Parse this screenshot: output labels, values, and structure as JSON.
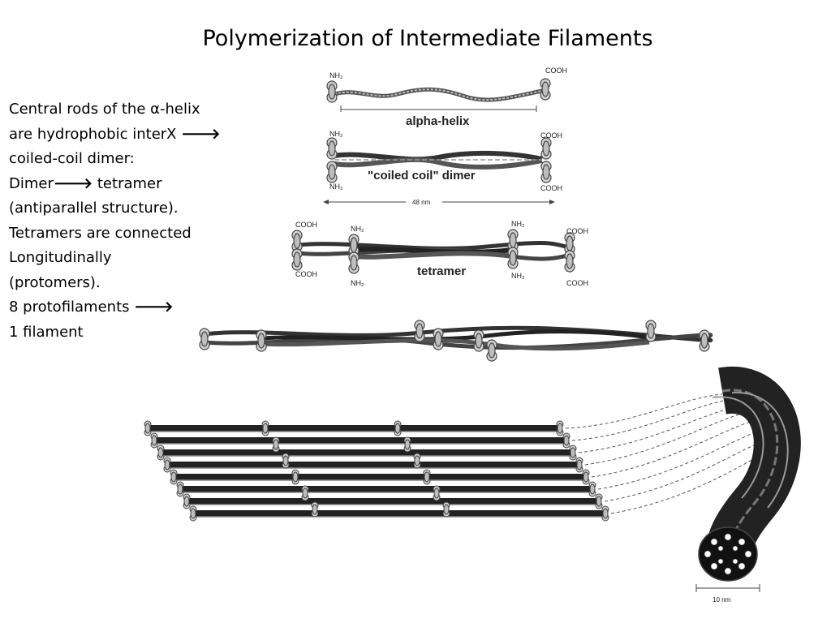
{
  "slide": {
    "title": "Polymerization of Intermediate Filaments",
    "text_lines": [
      {
        "text": "Central rods of the α-helix"
      },
      {
        "text": "are hydrophobic interX",
        "arrow": "🡒"
      },
      {
        "text": "coiled-coil dimer:"
      },
      {
        "text": "Dimer",
        "arrow": "🡒",
        "after": " tetramer"
      },
      {
        "text": "(antiparallel structure)."
      },
      {
        "text": "Tetramers are connected"
      },
      {
        "text": "Longitudinally"
      },
      {
        "text": "(protomers)."
      },
      {
        "text": "8 protofilaments",
        "arrow": "🡒"
      },
      {
        "text": "1 filament"
      }
    ]
  },
  "diagram": {
    "alpha_helix": {
      "label": "alpha-helix",
      "nh2": "NH₂",
      "cooh": "COOH"
    },
    "dimer": {
      "label": "\"coiled coil\" dimer",
      "nh2_top": "NH₂",
      "nh2_bottom": "NH₂",
      "cooh_top": "COOH",
      "cooh_bottom": "COOH",
      "length": "48 nm"
    },
    "tetramer": {
      "label": "tetramer",
      "cooh_left_top": "COOH",
      "cooh_left_bottom": "COOH",
      "nh2_left_top": "NH₂",
      "nh2_left_bottom": "NH₂",
      "nh2_right_top": "NH₂",
      "nh2_right_bottom": "NH₂",
      "cooh_right_top": "COOH",
      "cooh_right_bottom": "COOH"
    },
    "filament": {
      "diameter": "10 nm"
    }
  }
}
